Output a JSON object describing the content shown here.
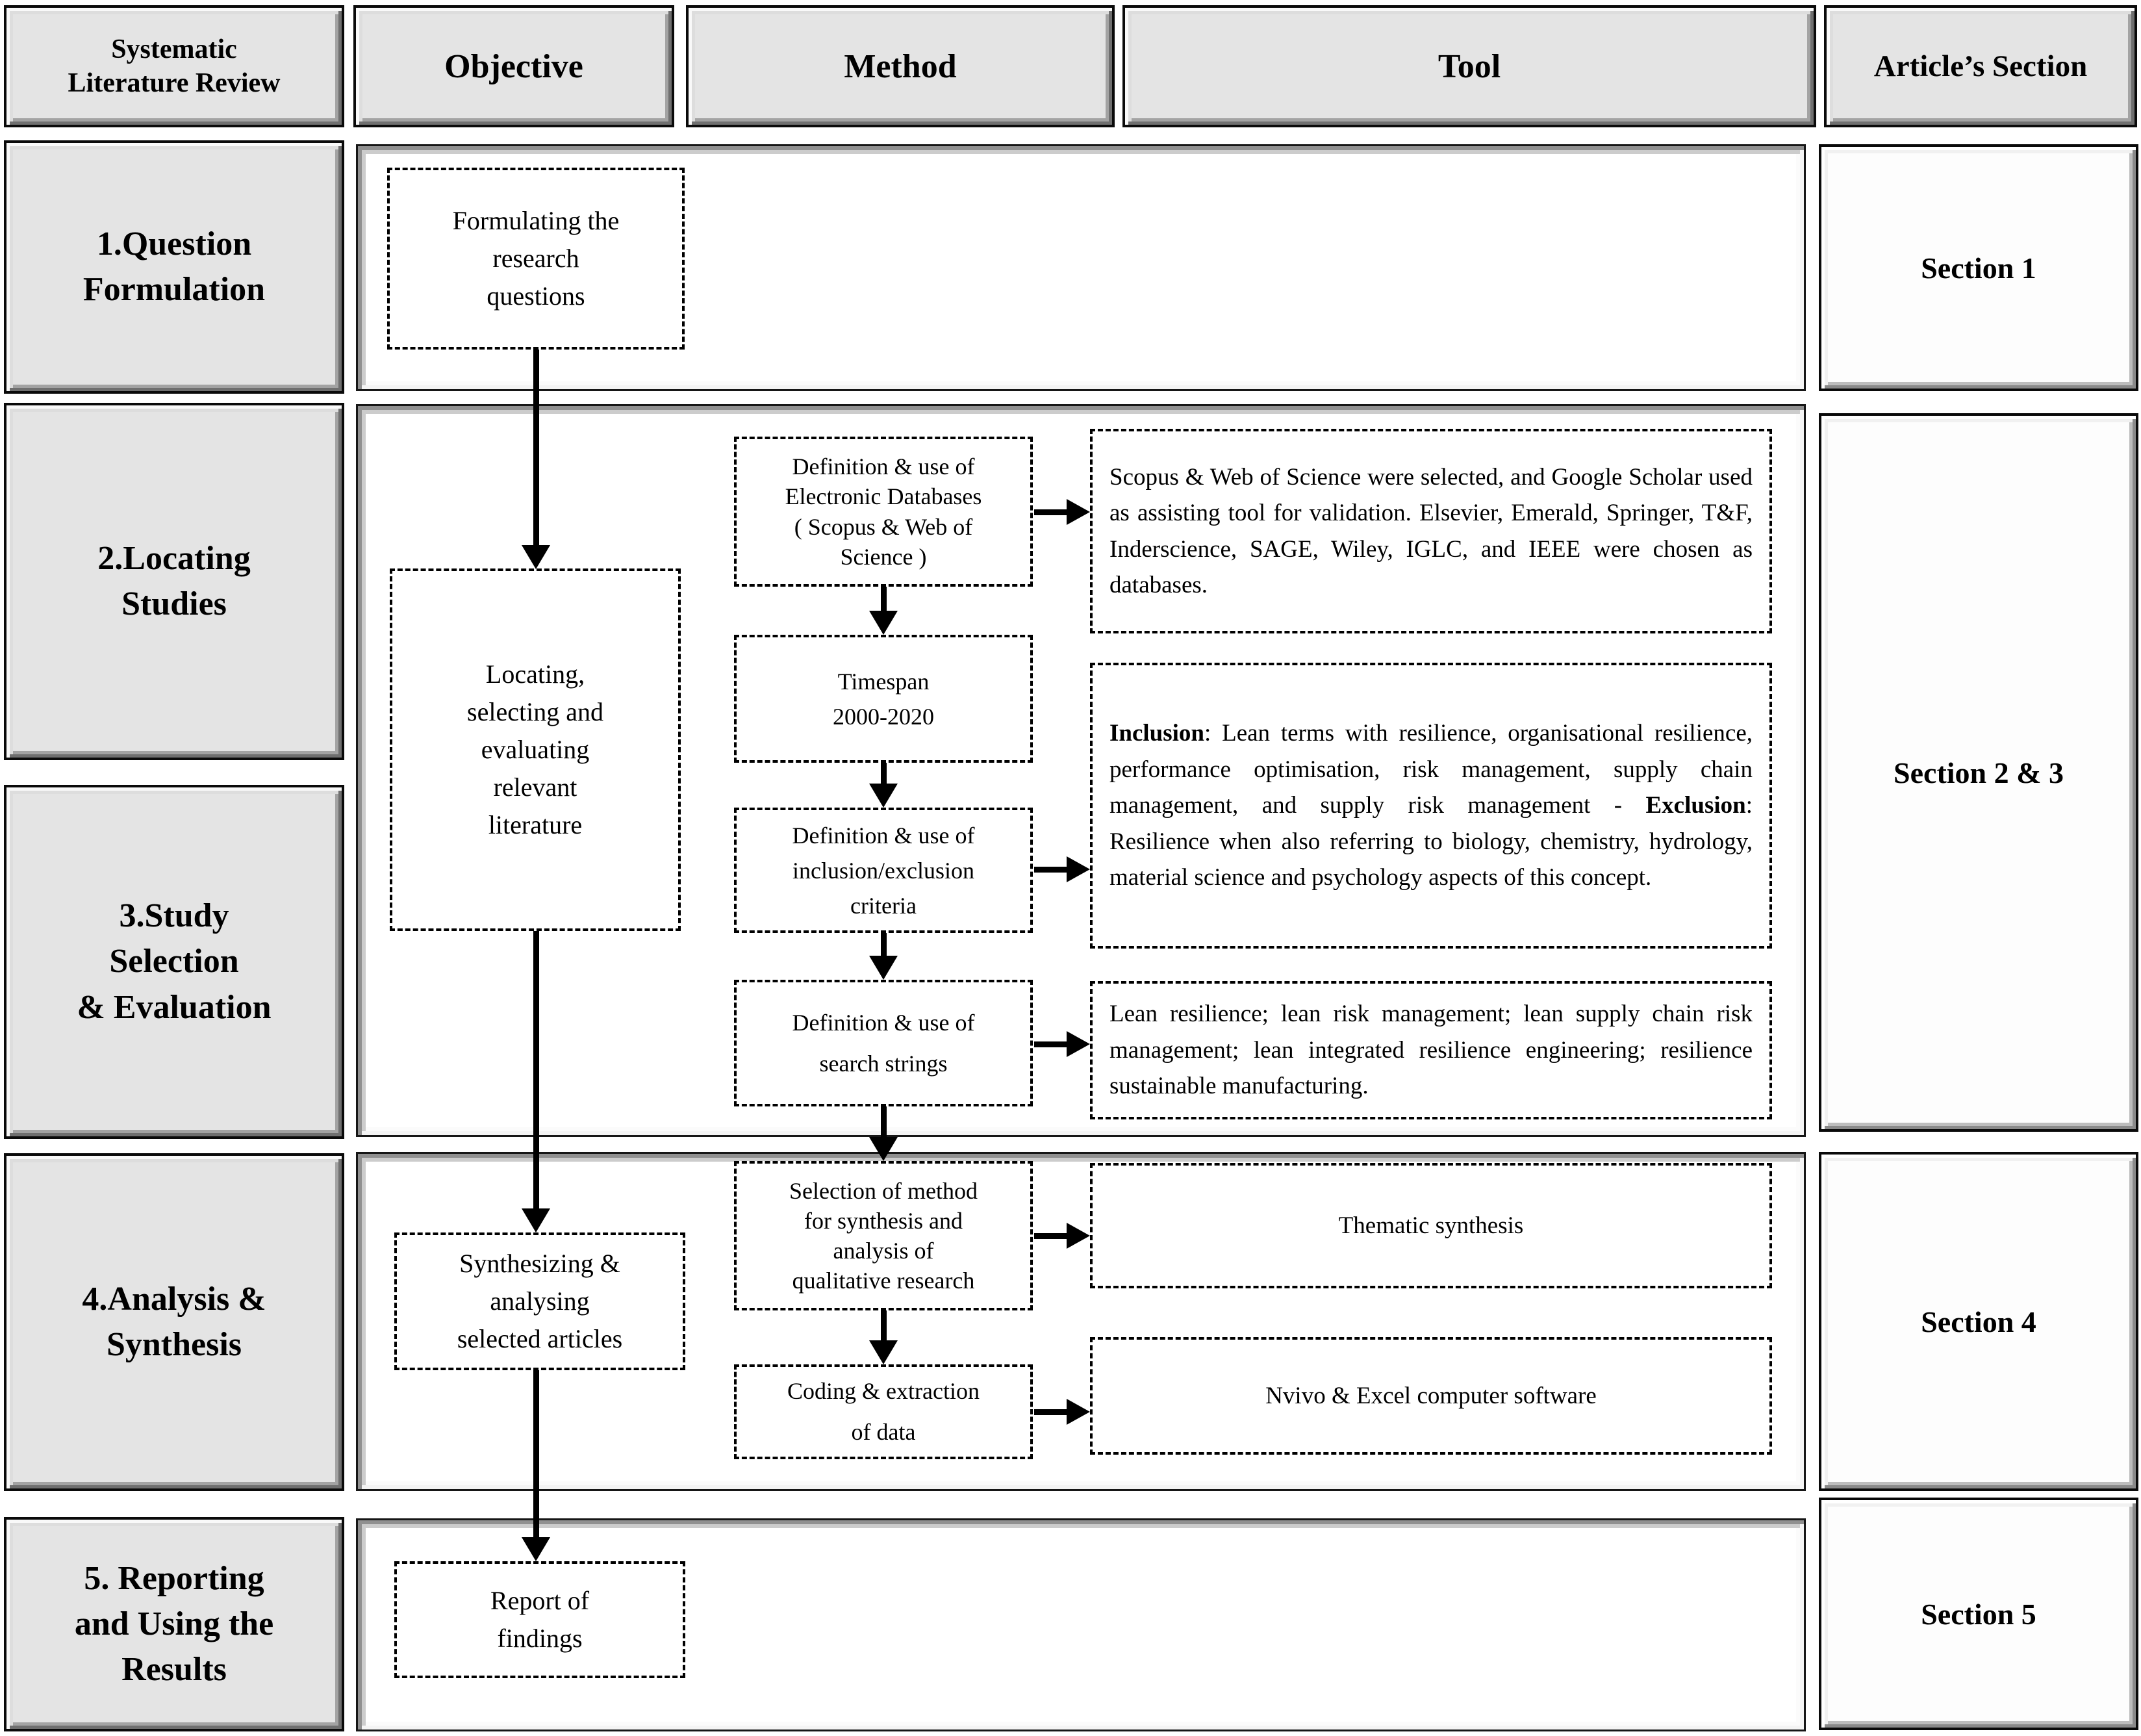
{
  "header": {
    "col_slr": "Systematic\nLiterature Review",
    "col_objective": "Objective",
    "col_method": "Method",
    "col_tool": "Tool",
    "col_article": "Article’s Section"
  },
  "stages": {
    "s1": "1.Question\nFormulation",
    "s2": "2.Locating\nStudies",
    "s3": "3.Study\nSelection\n& Evaluation",
    "s4": "4.Analysis &\nSynthesis",
    "s5": "5. Reporting\nand Using the\nResults"
  },
  "objective": {
    "formulating": "Formulating the\nresearch\nquestions",
    "locating": "Locating,\nselecting and\nevaluating\nrelevant\nliterature",
    "synthesizing": "Synthesizing &\nanalysing\nselected articles",
    "report": "Report of\nfindings"
  },
  "method": {
    "databases": "Definition & use of\nElectronic Databases\n( Scopus & Web of\nScience )",
    "timespan": "Timespan\n2000-2020",
    "criteria": "Definition & use of\ninclusion/exclusion\ncriteria",
    "strings": "Definition & use of\nsearch strings",
    "selection": "Selection of method\nfor synthesis and\nanalysis of\nqualitative research",
    "coding": "Coding & extraction\nof data"
  },
  "tool": {
    "databases_note": "Scopus & Web of Science were selected, and Google Scholar used as assisting tool for validation. Elsevier, Emerald, Springer, T&F, Inderscience, SAGE, Wiley, IGLC, and IEEE were chosen as databases.",
    "criteria_note": {
      "bold1": "Inclusion",
      "text1": ": Lean terms with resilience, organisational resilience, performance optimisation, risk management, supply chain management, and supply risk management - ",
      "bold2": "Exclusion",
      "text2": ": Resilience when also referring to biology, chemistry, hydrology, material science and psychology aspects of this concept."
    },
    "strings_note": "Lean resilience; lean risk management; lean supply chain risk management; lean integrated resilience engineering; resilience sustainable manufacturing.",
    "synthesis_note": "Thematic synthesis",
    "software_note": "Nvivo & Excel computer software"
  },
  "sections": {
    "r1": "Section 1",
    "r2": "Section 2 & 3",
    "r3": "Section 4",
    "r4": "Section 5"
  },
  "palette": {
    "box_fill": "#e4e4e4",
    "section_fill": "#fdfdfd",
    "panel_fill": "#ffffff",
    "line": "#000000"
  }
}
